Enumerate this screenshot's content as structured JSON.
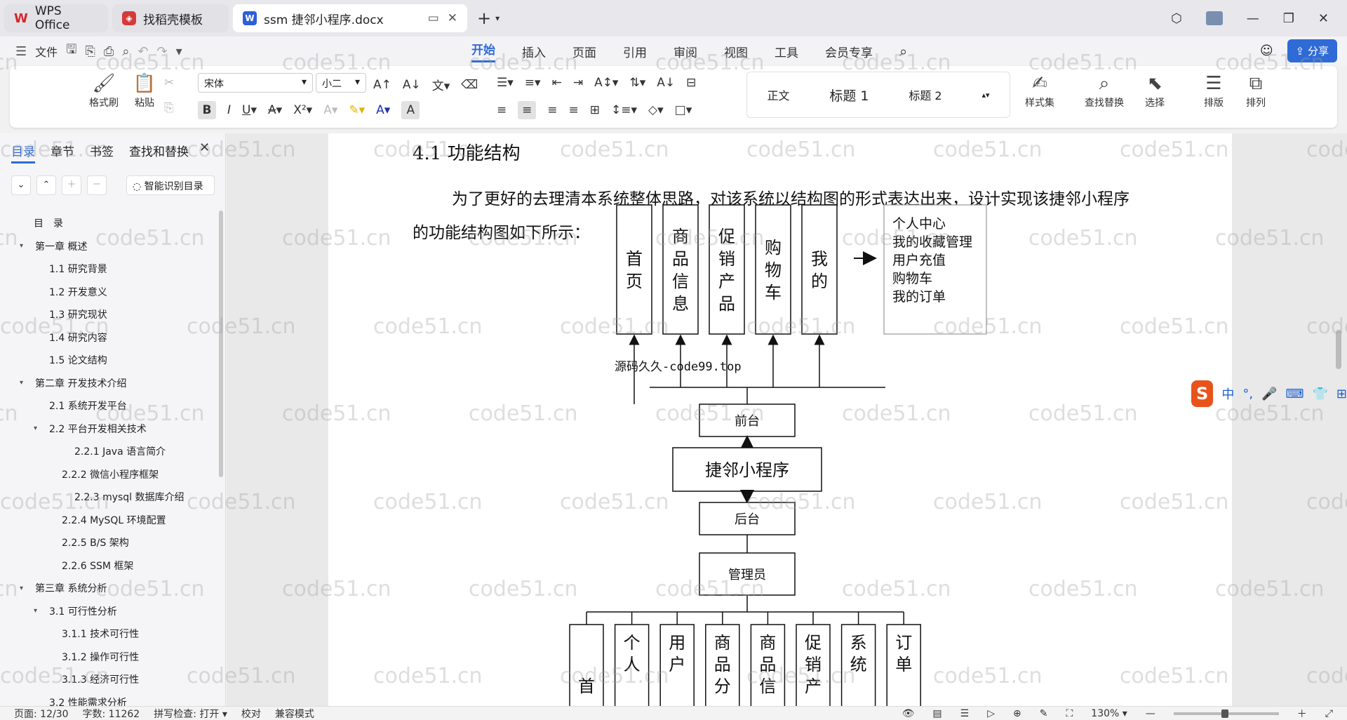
{
  "tabs": {
    "home": "WPS Office",
    "template": "找稻壳模板",
    "document": "ssm 捷邻小程序.docx"
  },
  "menu": {
    "file": "文件",
    "tabs": [
      "开始",
      "插入",
      "页面",
      "引用",
      "审阅",
      "视图",
      "工具",
      "会员专享"
    ],
    "share": "分享"
  },
  "ribbon": {
    "format_painter": "格式刷",
    "paste": "粘贴",
    "font_name": "宋体",
    "font_size": "小二",
    "styles": [
      "正文",
      "标题 1",
      "标题 2"
    ],
    "style_set": "样式集",
    "find_replace": "查找替换",
    "select": "选择",
    "layout": "排版",
    "arrange": "排列"
  },
  "nav": {
    "tabs": [
      "目录",
      "章节",
      "书签",
      "查找和替换"
    ],
    "smart_toc": "智能识别目录",
    "toc_title": "目　录",
    "items": [
      {
        "label": "第一章  概述",
        "indent": 0,
        "arrow": "▾"
      },
      {
        "label": "1.1  研究背景",
        "indent": 1,
        "arrow": ""
      },
      {
        "label": "1.2  开发意义",
        "indent": 1,
        "arrow": ""
      },
      {
        "label": "1.3  研究现状",
        "indent": 1,
        "arrow": ""
      },
      {
        "label": "1.4  研究内容",
        "indent": 1,
        "arrow": ""
      },
      {
        "label": "1.5  论文结构",
        "indent": 1,
        "arrow": ""
      },
      {
        "label": "第二章  开发技术介绍",
        "indent": 0,
        "arrow": "▾"
      },
      {
        "label": "2.1  系统开发平台",
        "indent": 1,
        "arrow": ""
      },
      {
        "label": "2.2  平台开发相关技术",
        "indent": 1,
        "arrow": "▾"
      },
      {
        "label": "2.2.1    Java 语言简介",
        "indent": 3,
        "arrow": ""
      },
      {
        "label": "2.2.2    微信小程序框架",
        "indent": 2,
        "arrow": ""
      },
      {
        "label": "2.2.3    mysql 数据库介绍",
        "indent": 3,
        "arrow": ""
      },
      {
        "label": "2.2.4    MySQL 环境配置",
        "indent": 2,
        "arrow": ""
      },
      {
        "label": "2.2.5    B/S 架构",
        "indent": 2,
        "arrow": ""
      },
      {
        "label": "2.2.6    SSM 框架",
        "indent": 2,
        "arrow": ""
      },
      {
        "label": "第三章  系统分析",
        "indent": 0,
        "arrow": "▾"
      },
      {
        "label": "3.1  可行性分析",
        "indent": 1,
        "arrow": "▾"
      },
      {
        "label": "3.1.1  技术可行性",
        "indent": 2,
        "arrow": ""
      },
      {
        "label": "3.1.2  操作可行性",
        "indent": 2,
        "arrow": ""
      },
      {
        "label": "3.1.3  经济可行性",
        "indent": 2,
        "arrow": ""
      },
      {
        "label": "3.2 性能需求分析",
        "indent": 1,
        "arrow": ""
      }
    ]
  },
  "document": {
    "heading": "4.1 功能结构",
    "paragraph": "为了更好的去理清本系统整体思路，对该系统以结构图的形式表达出来，设计实现该捷邻小程序的功能结构图如下所示：",
    "diagram": {
      "front_modules": [
        "首页",
        "商品信息",
        "促销产品",
        "购物车",
        "我的"
      ],
      "my_submodules": [
        "个人中心",
        "我的收藏管理",
        "用户充值",
        "购物车",
        "我的订单"
      ],
      "watermark_text": "源码久久-code99.top",
      "front": "前台",
      "root": "捷邻小程序",
      "back": "后台",
      "admin": "管理员",
      "admin_modules": [
        "首",
        "个人",
        "用户",
        "商品分",
        "商品信",
        "促销产",
        "系统",
        "订单"
      ]
    }
  },
  "watermark": "code51.cn",
  "ime": {
    "items": [
      "中",
      "°,",
      "🎤",
      "⌨",
      "👕",
      "⊞"
    ]
  },
  "status": {
    "page": "页面: 12/30",
    "words": "字数: 11262",
    "spell": "拼写检查: 打开",
    "proof": "校对",
    "compat": "兼容模式",
    "zoom": "130%"
  },
  "colors": {
    "accent": "#2f6bd6",
    "brand_red": "#d6262a"
  }
}
